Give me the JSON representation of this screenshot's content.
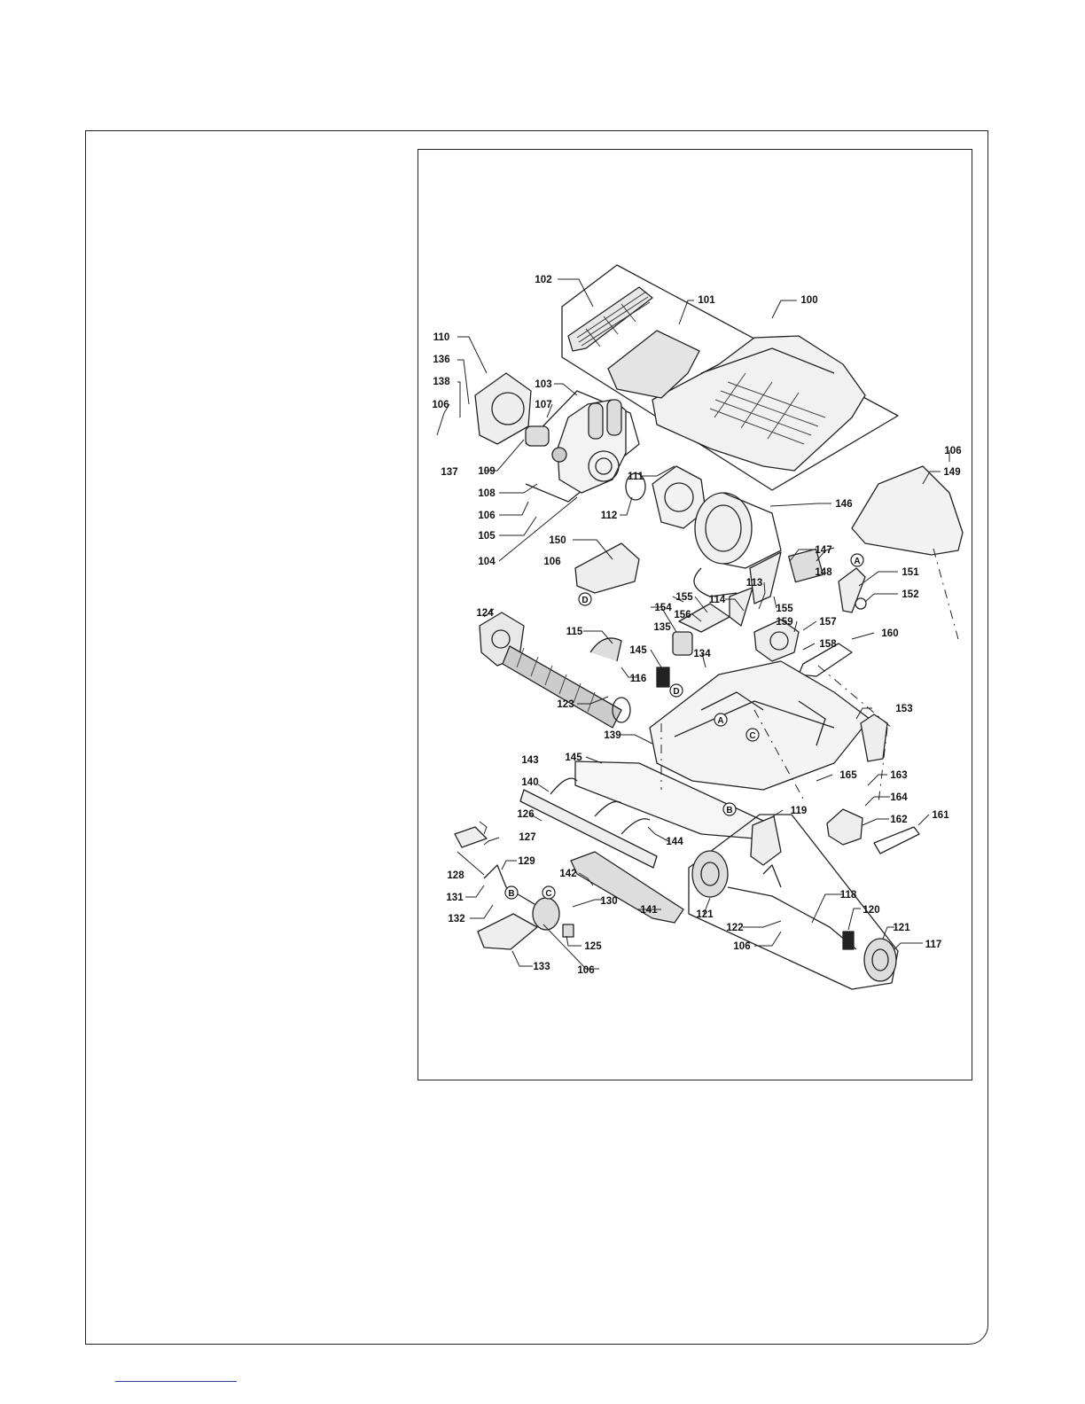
{
  "diagram": {
    "callouts": [
      "100",
      "101",
      "102",
      "103",
      "104",
      "105",
      "106",
      "107",
      "108",
      "109",
      "110",
      "111",
      "112",
      "113",
      "114",
      "115",
      "116",
      "117",
      "118",
      "119",
      "120",
      "121",
      "122",
      "123",
      "124",
      "125",
      "126",
      "127",
      "128",
      "129",
      "130",
      "131",
      "132",
      "133",
      "134",
      "135",
      "136",
      "137",
      "138",
      "139",
      "140",
      "141",
      "142",
      "143",
      "144",
      "145",
      "146",
      "147",
      "148",
      "149",
      "150",
      "151",
      "152",
      "153",
      "154",
      "155",
      "156",
      "157",
      "158",
      "159",
      "160",
      "161",
      "162",
      "163",
      "164",
      "165"
    ],
    "section_markers": [
      "A",
      "B",
      "C",
      "D"
    ]
  }
}
